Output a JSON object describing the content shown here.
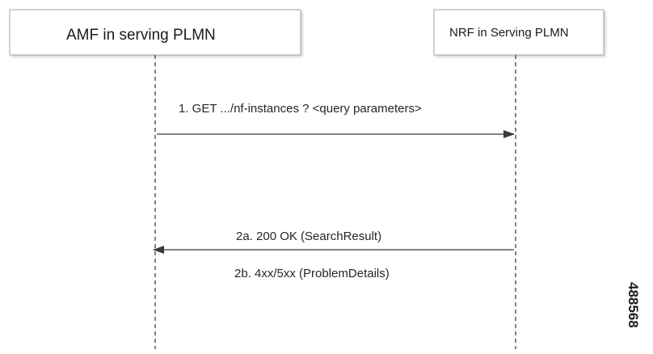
{
  "participants": {
    "amf": {
      "label": "AMF in serving PLMN"
    },
    "nrf": {
      "label": "NRF in Serving PLMN"
    }
  },
  "messages": [
    {
      "id": "m1",
      "label": "1. GET .../nf-instances ? <query parameters>",
      "direction": "amf-to-nrf"
    },
    {
      "id": "m2a",
      "label": "2a. 200 OK (SearchResult)",
      "direction": "nrf-to-amf"
    },
    {
      "id": "m2b",
      "label": "2b. 4xx/5xx (ProblemDetails)",
      "direction": "none"
    }
  ],
  "figure_id": "488568",
  "colors": {
    "box_border": "#a6a6a6",
    "lifeline": "#404040",
    "arrow": "#595959",
    "text": "#1a1a1a"
  }
}
